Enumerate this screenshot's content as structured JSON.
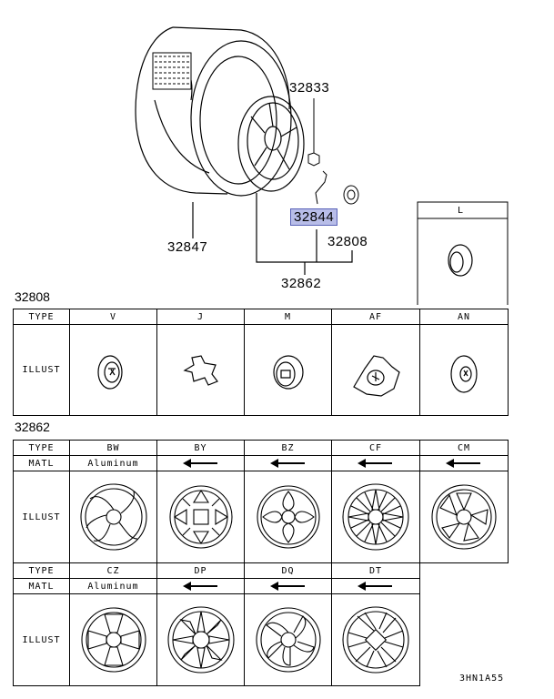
{
  "callouts": {
    "p32833": "32833",
    "p32844": "32844",
    "p32847": "32847",
    "p32808": "32808",
    "p32862": "32862"
  },
  "box_l": {
    "label": "L"
  },
  "sections": {
    "s32808": "32808",
    "s32862": "32862"
  },
  "table_32808": {
    "row_type": "TYPE",
    "row_illust": "ILLUST",
    "columns": [
      "V",
      "J",
      "M",
      "AF",
      "AN"
    ]
  },
  "table_32862": {
    "row_type": "TYPE",
    "row_matl": "MATL",
    "row_illust": "ILLUST",
    "top_columns": [
      "BW",
      "BY",
      "BZ",
      "CF",
      "CM"
    ],
    "top_matl_first": "Aluminum",
    "bottom_columns": [
      "CZ",
      "DP",
      "DQ",
      "DT"
    ],
    "bottom_matl_first": "Aluminum"
  },
  "footer_code": "3HN1A55",
  "colors": {
    "highlight": "#b8bde8",
    "line": "#000000"
  }
}
